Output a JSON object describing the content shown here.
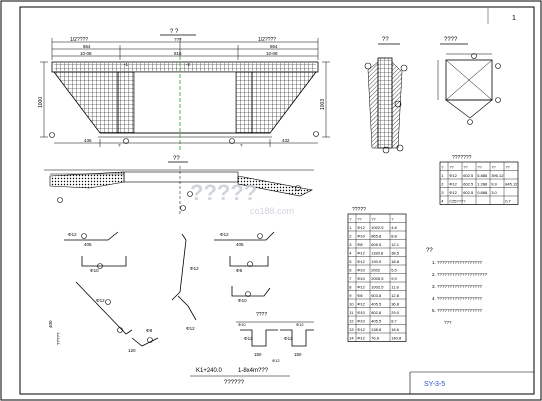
{
  "title_block": {
    "corner_mark": "1",
    "station": "K1+240.0",
    "bridge_type": "1-8x4m???",
    "drawing_name": "??????",
    "sheet_number": "SY-3-5"
  },
  "main_view": {
    "label": "?  ?",
    "top_dims": [
      "1/2????",
      "1/2????"
    ],
    "overall_mid": "???",
    "seg_left": "864",
    "seg_left2": "10-08",
    "seg_mid": "816",
    "seg_right": "864",
    "seg_right2": "10-08",
    "centerline_marks": [
      "-1",
      "-2"
    ],
    "left_height": "1000",
    "right_height": "1003",
    "bottom_left": "436",
    "bottom_right": "432",
    "bottom_labels": [
      "?",
      "?"
    ]
  },
  "section_a": {
    "label": "??"
  },
  "section_b": {
    "label": "????"
  },
  "profile_view": {
    "label": "??"
  },
  "small_table": {
    "title": "???????",
    "headers": [
      "?",
      "??",
      "??",
      "??",
      "??",
      "??"
    ],
    "rows": [
      [
        "1",
        "Φ12",
        "602.5",
        "5.888",
        "396.12",
        ""
      ],
      [
        "2",
        "Φ12",
        "602.5",
        "1.288",
        "9.9",
        "845.12"
      ],
      [
        "3",
        "Φ12",
        "602.5",
        "0.888",
        "3.0",
        ""
      ],
      [
        "4",
        "C25????",
        "",
        "",
        "",
        "0.7"
      ]
    ]
  },
  "big_table": {
    "title": "?????",
    "headers": [
      "?",
      "??",
      "??",
      "?"
    ],
    "rows": [
      [
        "1",
        "Φ12",
        "1002.5",
        "4.8"
      ],
      [
        "2",
        "Φ10",
        "865.8",
        "8.8"
      ],
      [
        "3",
        "Φ8",
        "605.5",
        "12.1"
      ],
      [
        "4",
        "Φ12",
        "1180.8",
        "38.5"
      ],
      [
        "5",
        "Φ12",
        "130.5",
        "18.8"
      ],
      [
        "6",
        "Φ10",
        "2002",
        "5.5"
      ],
      [
        "7",
        "Φ10",
        "2005.5",
        "9.9"
      ],
      [
        "8",
        "Φ12",
        "1002.5",
        "11.8"
      ],
      [
        "9",
        "Φ8",
        "503.8",
        "12.8"
      ],
      [
        "10",
        "Φ12",
        "405.5",
        "36.8"
      ],
      [
        "11",
        "Φ10",
        "802.8",
        "29.0"
      ],
      [
        "12",
        "Φ10",
        "405.5",
        "8.7"
      ],
      [
        "13",
        "Φ12",
        "138.8",
        "18.6"
      ],
      [
        "14",
        "Φ12",
        "76.6",
        "140.8"
      ]
    ]
  },
  "notes": {
    "heading": "??",
    "items": [
      "1. ??????????????????",
      "2. ????????????????????",
      "3. ??????????????????",
      "4. ??????????????????",
      "5. ??????????????????",
      "???"
    ]
  },
  "detail_labels": {
    "rebar_a": "Φ12",
    "rebar_b": "Φ12",
    "rebar_c": "Φ10",
    "rebar_d": "Φ8",
    "rebar_e": "Φ12",
    "rebar_f": "Φ10",
    "rebar_g": "Φ12",
    "rebar_h": "Φ8",
    "rebar_i": "Φ12",
    "rebar_j": "Φ10",
    "rebar_k": "Φ12",
    "rebar_l": "Φ12",
    "dim_a": "405",
    "dim_b": "405",
    "dim_c": "400",
    "dim_d": "120",
    "dim_e": "150",
    "dim_f": "150",
    "diag_label": "?????",
    "stirrup_title": "????",
    "stirrup_bars": [
      "Φ12",
      "Φ12"
    ]
  },
  "watermark": {
    "text": "?????",
    "sub": "co188.com"
  },
  "colors": {
    "line": "#000000",
    "centerline": "#22aa22",
    "watermark": "#c9cfd6",
    "sheet_label": "#2a4bd0"
  }
}
